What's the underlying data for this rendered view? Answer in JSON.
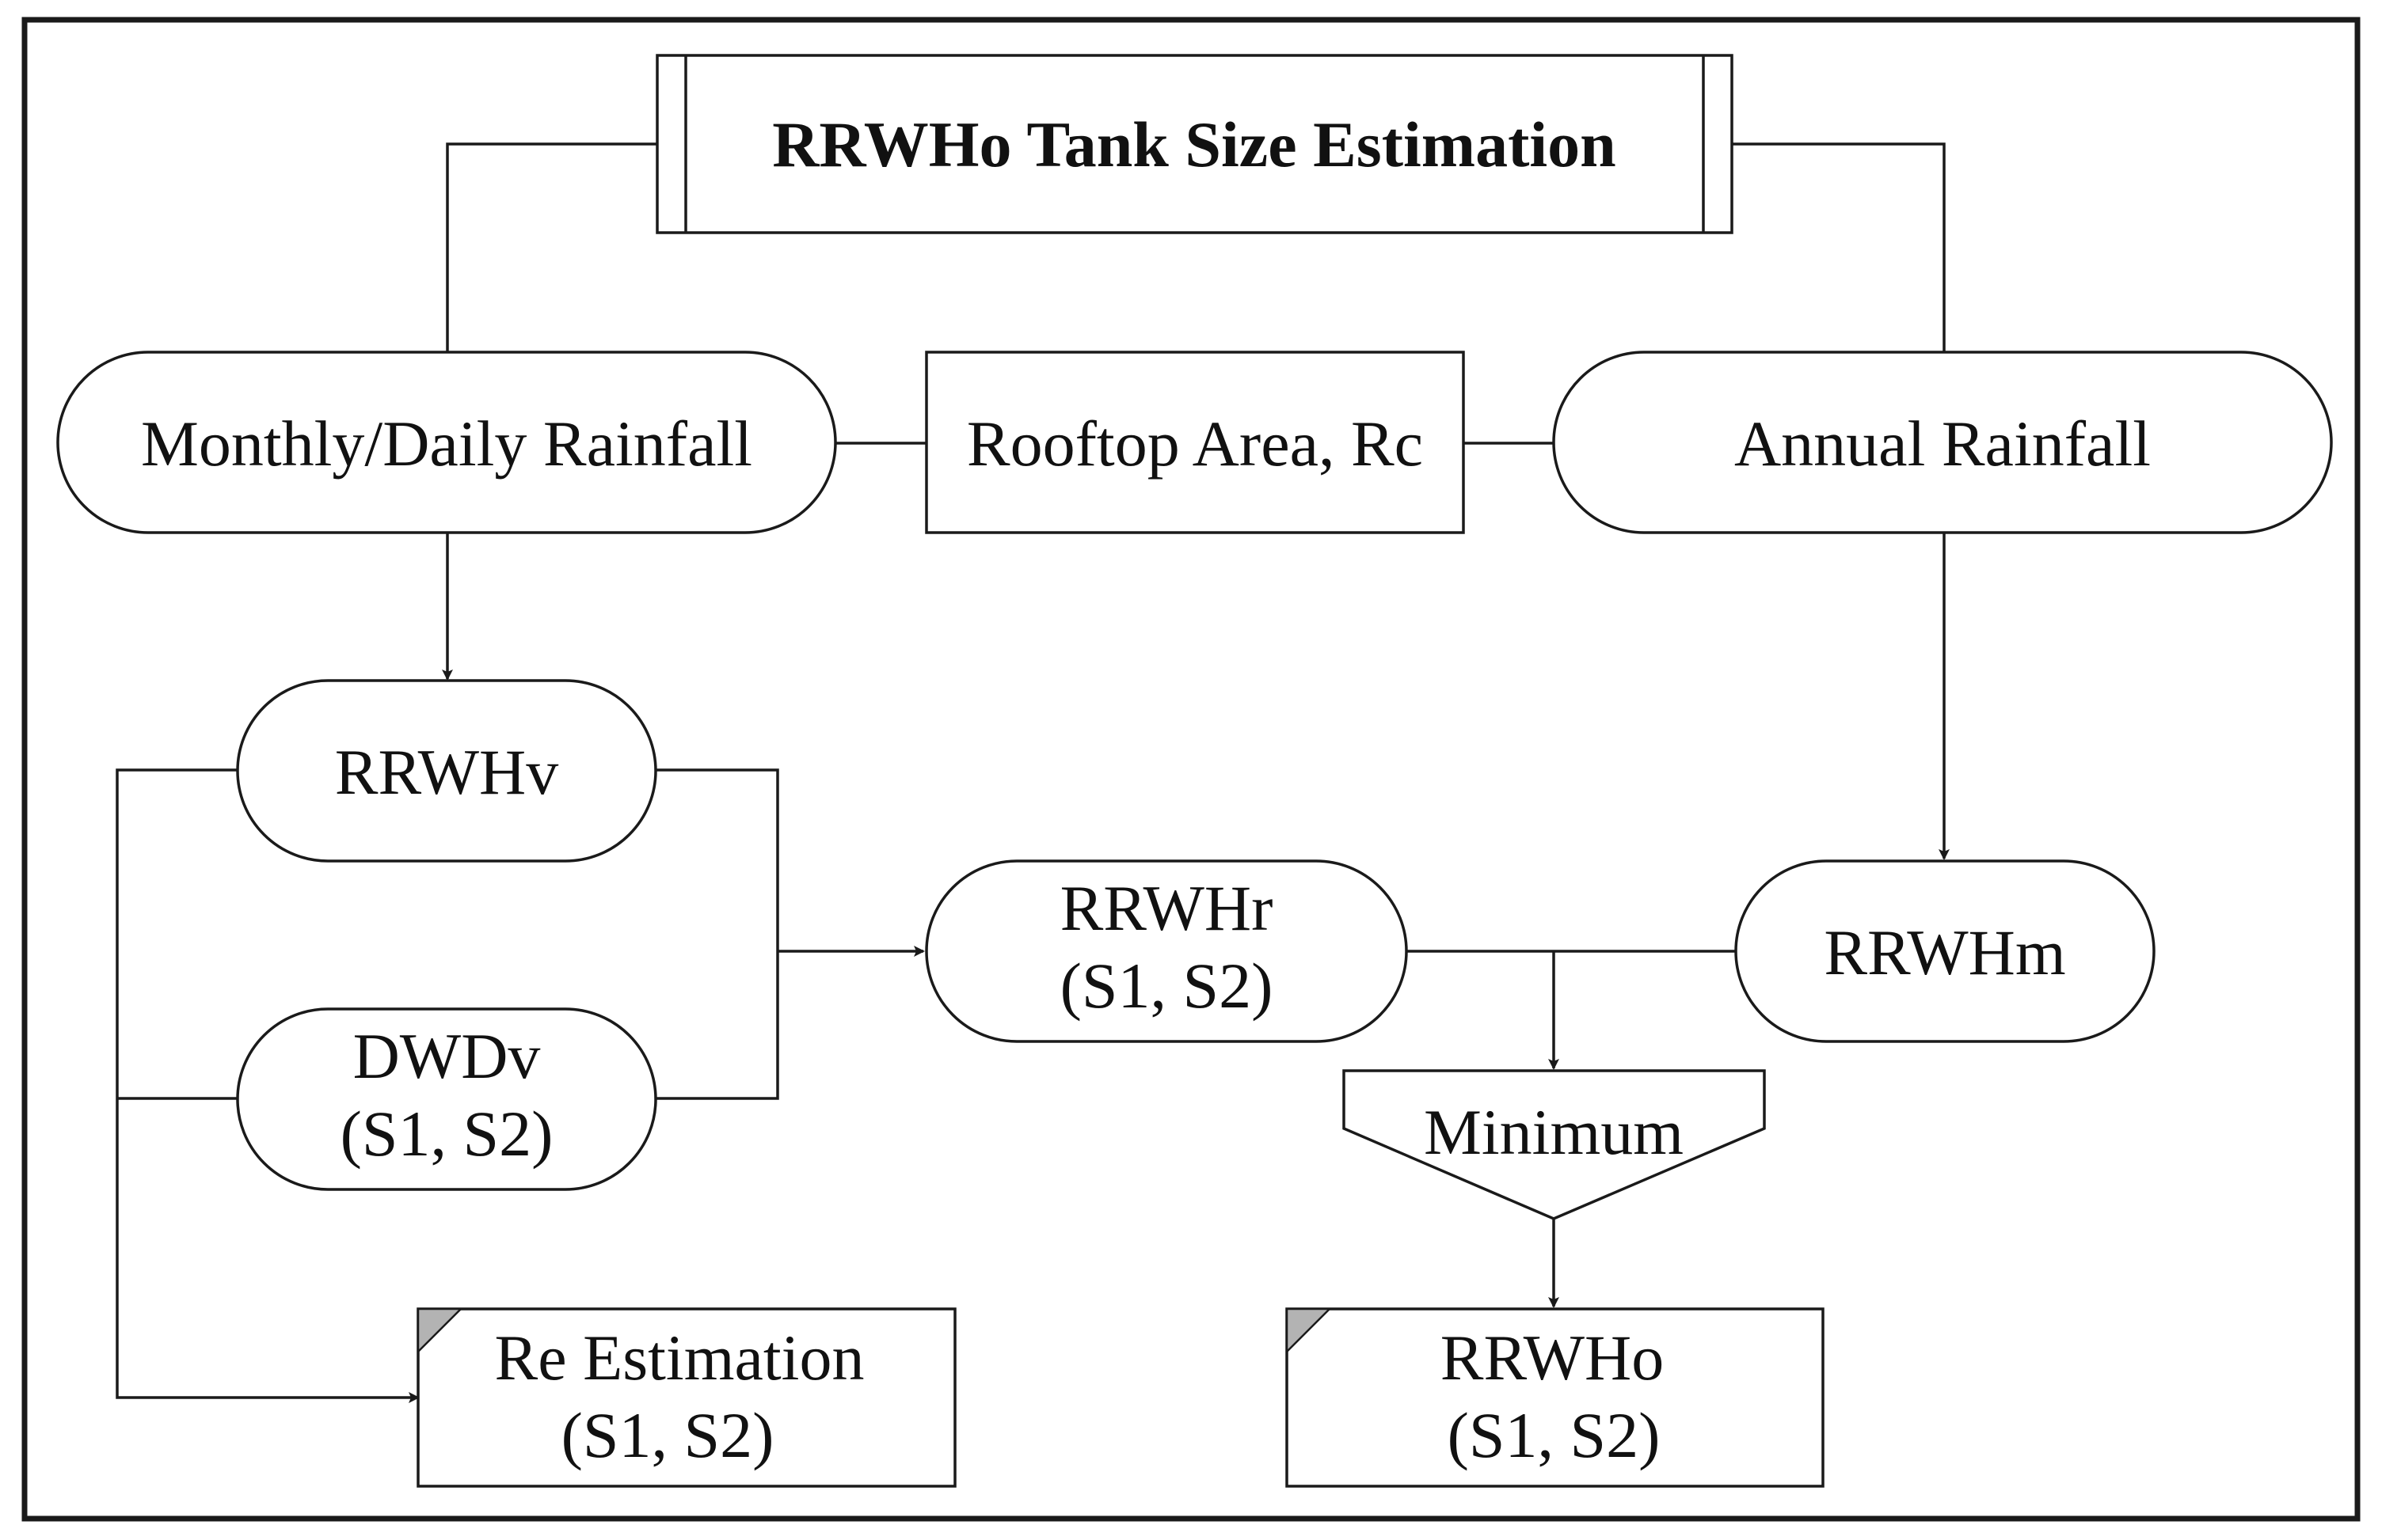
{
  "title": "RRWHo Tank Size Estimation",
  "nodes": {
    "monthly_rainfall": "Monthly/Daily Rainfall",
    "rooftop_area": "Rooftop Area, Rc",
    "annual_rainfall": "Annual Rainfall",
    "rrwhv": "RRWHv",
    "dwdv": {
      "line1": "DWDv",
      "line2": "(S1, S2)"
    },
    "rrwhr": {
      "line1": "RRWHr",
      "line2": "(S1, S2)"
    },
    "rrwhm": "RRWHm",
    "minimum": "Minimum",
    "re_estimation": {
      "line1": "Re Estimation",
      "line2": "(S1, S2)"
    },
    "rrwho": {
      "line1": "RRWHo",
      "line2": "(S1, S2)"
    }
  },
  "colors": {
    "stroke": "#1a1a1a",
    "fold": "#b3b3b3",
    "fill": "#ffffff"
  }
}
